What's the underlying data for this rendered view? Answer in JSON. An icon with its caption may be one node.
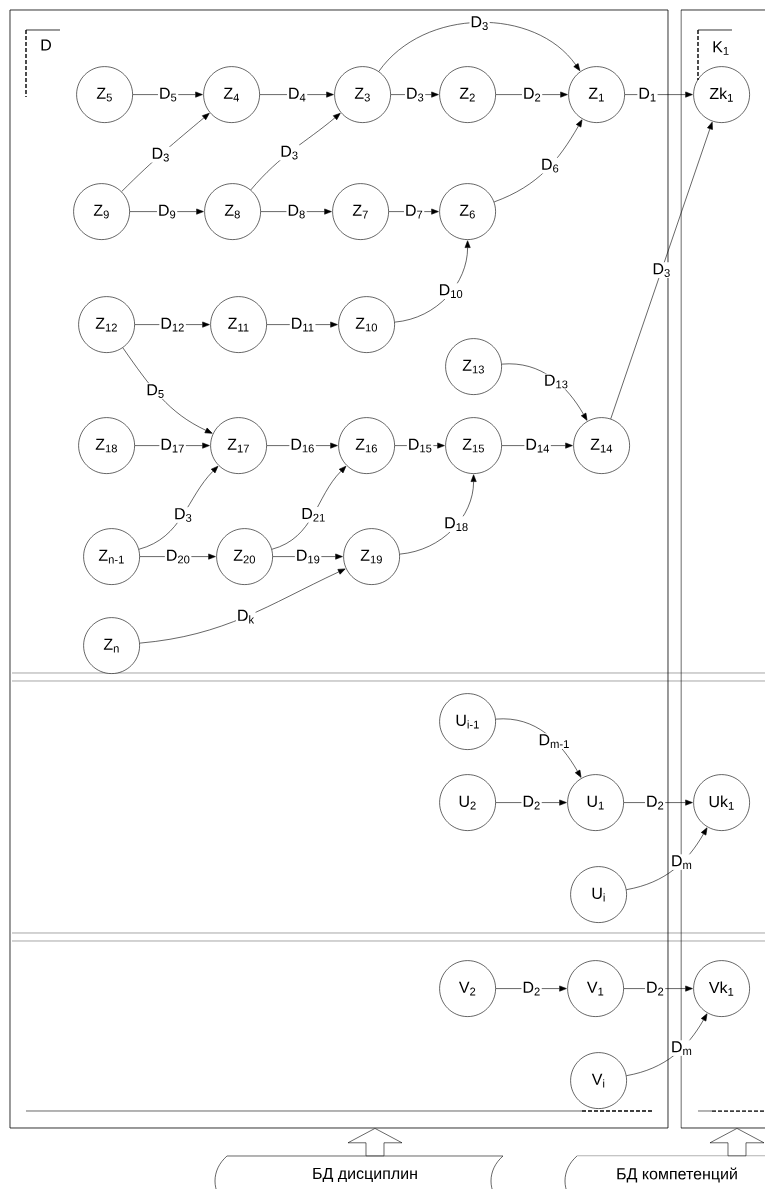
{
  "diagram": {
    "nodes": [
      {
        "text": [
          "D"
        ]
      },
      {
        "text": [
          "K$_{1}$"
        ]
      },
      {
        "text": [
          "Z$_{5}$"
        ],
        "in": 0
      },
      {
        "text": [
          "Z$_{4}$"
        ],
        "in": 0
      },
      {
        "text": [
          "Z$_{3}$"
        ],
        "in": 0
      },
      {
        "text": [
          "Z$_{2}$"
        ],
        "in": 0
      },
      {
        "text": [
          "Z$_{1}$"
        ],
        "in": 0
      },
      {
        "text": [
          "Zk$_{1}$"
        ],
        "in": 1
      },
      {
        "text": [
          "Z$_{9}$"
        ],
        "in": 0
      },
      {
        "text": [
          "Z$_{8}$"
        ],
        "in": 0
      },
      {
        "text": [
          "Z$_{7}$"
        ],
        "in": 0
      },
      {
        "text": [
          "Z$_{6}$"
        ],
        "in": 0
      },
      {
        "text": [
          "Z$_{12}$"
        ],
        "in": 0
      },
      {
        "text": [
          "Z$_{11}$"
        ],
        "in": 0
      },
      {
        "text": [
          "Z$_{10}$"
        ],
        "in": 0
      },
      {
        "text": [
          "Z$_{13}$"
        ],
        "in": 0
      },
      {
        "text": [
          "Z$_{18}$"
        ],
        "in": 0
      },
      {
        "text": [
          "Z$_{17}$"
        ],
        "in": 0
      },
      {
        "text": [
          "Z$_{16}$"
        ],
        "in": 0
      },
      {
        "text": [
          "Z$_{15}$"
        ],
        "in": 0
      },
      {
        "text": [
          "Z$_{14}$"
        ],
        "in": 0
      },
      {
        "text": [
          "Z$_{n-1}$"
        ],
        "in": 0
      },
      {
        "text": [
          "Z$_{20}$"
        ],
        "in": 0
      },
      {
        "text": [
          "Z$_{19}$"
        ],
        "in": 0
      },
      {
        "text": [
          "Z$_{n}$"
        ],
        "in": 0
      },
      {
        "text": [
          "U$_{i-1}$"
        ],
        "in": 0
      },
      {
        "text": [
          "U$_{2}$"
        ],
        "in": 0
      },
      {
        "text": [
          "U$_{1}$"
        ],
        "in": 0
      },
      {
        "text": [
          "Uk$_{1}$"
        ],
        "in": 1
      },
      {
        "text": [
          "U$_{i}$"
        ],
        "in": 0
      },
      {
        "text": [
          "V$_{2}$"
        ],
        "in": 0
      },
      {
        "text": [
          "V$_{1}$"
        ],
        "in": 0
      },
      {
        "text": [
          "Vk$_{1}$"
        ],
        "in": 1
      },
      {
        "text": [
          "V$_{i}$"
        ],
        "in": 0
      },
      {
        "text": [
          "БД дисциплин"
        ]
      },
      {
        "text": [
          "БД компетенций"
        ]
      }
    ],
    "edges": [
      {
        "from": 2,
        "to": 3,
        "arrow": "to",
        "label": "D$_{5}$"
      },
      {
        "from": 3,
        "to": 4,
        "arrow": "to",
        "label": "D$_{4}$"
      },
      {
        "from": 4,
        "to": 5,
        "arrow": "to",
        "label": "D$_{3}$"
      },
      {
        "from": 5,
        "to": 6,
        "arrow": "to",
        "label": "D$_{2}$"
      },
      {
        "from": 4,
        "to": 6,
        "arrow": "to",
        "label": "D$_{3}$"
      },
      {
        "from": 6,
        "to": 7,
        "arrow": "to",
        "label": "D$_{1}$"
      },
      {
        "from": 8,
        "to": 3,
        "arrow": "to",
        "label": "D$_{3}$"
      },
      {
        "from": 8,
        "to": 9,
        "arrow": "to",
        "label": "D$_{9}$"
      },
      {
        "from": 9,
        "to": 4,
        "arrow": "to",
        "label": "D$_{3}$"
      },
      {
        "from": 9,
        "to": 10,
        "arrow": "to",
        "label": "D$_{8}$"
      },
      {
        "from": 10,
        "to": 11,
        "arrow": "to",
        "label": "D$_{7}$"
      },
      {
        "from": 11,
        "to": 6,
        "arrow": "to",
        "label": "D$_{6}$"
      },
      {
        "from": 14,
        "to": 11,
        "arrow": "to",
        "label": "D$_{10}$"
      },
      {
        "from": 12,
        "to": 13,
        "arrow": "to",
        "label": "D$_{12}$"
      },
      {
        "from": 13,
        "to": 14,
        "arrow": "to",
        "label": "D$_{11}$"
      },
      {
        "from": 12,
        "to": 17,
        "arrow": "to",
        "label": "D$_{5}$"
      },
      {
        "from": 15,
        "to": 20,
        "arrow": "to",
        "label": "D$_{13}$"
      },
      {
        "from": 16,
        "to": 17,
        "arrow": "to",
        "label": "D$_{17}$"
      },
      {
        "from": 17,
        "to": 18,
        "arrow": "to",
        "label": "D$_{16}$"
      },
      {
        "from": 18,
        "to": 19,
        "arrow": "to",
        "label": "D$_{15}$"
      },
      {
        "from": 19,
        "to": 20,
        "arrow": "to",
        "label": "D$_{14}$"
      },
      {
        "from": 20,
        "to": 7,
        "arrow": "to",
        "label": "D$_{3}$"
      },
      {
        "from": 21,
        "to": 17,
        "arrow": "to",
        "label": "D$_{3}$"
      },
      {
        "from": 22,
        "to": 18,
        "arrow": "to",
        "label": "D$_{21}$"
      },
      {
        "from": 21,
        "to": 22,
        "arrow": "to",
        "label": "D$_{20}$"
      },
      {
        "from": 22,
        "to": 23,
        "arrow": "to",
        "label": "D$_{19}$"
      },
      {
        "from": 23,
        "to": 19,
        "arrow": "to",
        "label": "D$_{18}$"
      },
      {
        "from": 24,
        "to": 23,
        "arrow": "to",
        "label": "D$_{k}$"
      },
      {
        "from": 25,
        "to": 27,
        "arrow": "to",
        "label": "D$_{m-1}$"
      },
      {
        "from": 26,
        "to": 27,
        "arrow": "to",
        "label": "D$_{2}$"
      },
      {
        "from": 27,
        "to": 28,
        "arrow": "to",
        "label": "D$_{2}$"
      },
      {
        "from": 29,
        "to": 28,
        "arrow": "to",
        "label": "D$_{m}$"
      },
      {
        "from": 30,
        "to": 31,
        "arrow": "to",
        "label": "D$_{2}$"
      },
      {
        "from": 31,
        "to": 32,
        "arrow": "to",
        "label": "D$_{2}$"
      },
      {
        "from": 33,
        "to": 32,
        "arrow": "to",
        "label": "D$_{m}$"
      },
      {
        "from": 34,
        "to": 0,
        "arrow": "to"
      },
      {
        "from": 35,
        "to": 1,
        "arrow": "to"
      }
    ]
  }
}
